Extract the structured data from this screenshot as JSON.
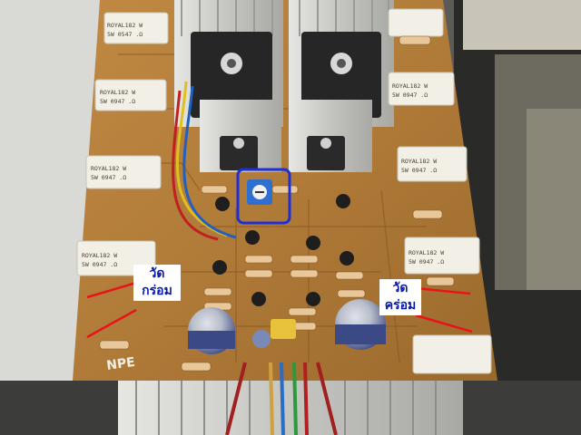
{
  "photo": {
    "description_label": "audio amplifier circuit board photo"
  },
  "annotations": {
    "left": {
      "line1": "วัด",
      "line2": "กร่อม"
    },
    "right": {
      "line1": "วัด",
      "line2": "คร่อม"
    },
    "line_color": "#e8141a",
    "box_color": "#1f2fd8"
  },
  "board_marking": "NPE",
  "resistor_labels": [
    {
      "line1": "ROYAL182 W",
      "line2": "5W 0547 .Ω"
    },
    {
      "line1": "ROYAL182 W",
      "line2": "5W 0947 .Ω"
    },
    {
      "line1": "ROYAL182 W",
      "line2": "5W 0947 .Ω"
    },
    {
      "line1": "ROYAL182 W",
      "line2": "5W 0947 .Ω"
    },
    {
      "line1": "ROYAL182 W",
      "line2": "5W 0947 .Ω"
    },
    {
      "line1": "ROYAL182 W",
      "line2": "5W 0947 .Ω"
    },
    {
      "line1": "ROYAL182 W",
      "line2": "5W 0947 .Ω"
    }
  ],
  "colors": {
    "pcb": "#b07a38",
    "pcb_dark": "#8a5a24",
    "heatsink": "#c8c8c4",
    "transistor": "#2a2a2a",
    "resistor_body": "#f2efe6",
    "capacitor": "#3a4a8a"
  }
}
